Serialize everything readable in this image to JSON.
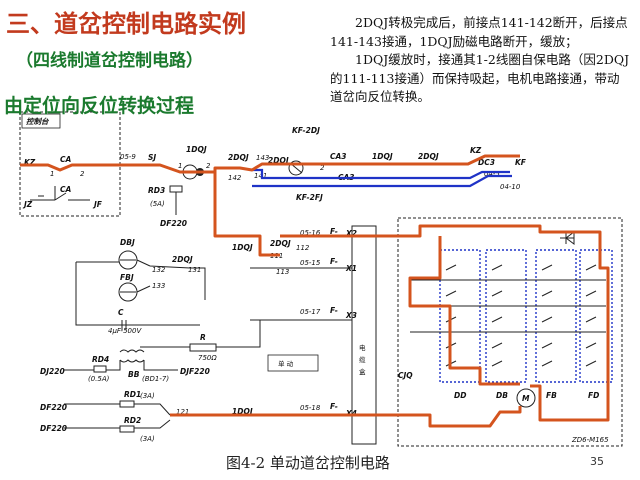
{
  "slide": {
    "title": "三、道岔控制电路实例",
    "subtitle": "（四线制道岔控制电路）",
    "process": "由定位向反位转换过程",
    "note_1": "2DQJ转极完成后，前接点141-142断开，后接点141-143接通，1DQJ励磁电路断开，缓放；",
    "note_2": "1DQJ缓放时，接通其1-2线圈自保电路（因2DQJ的111-113接通）而保持吸起，电机电路接通，带动道岔向反位转换。",
    "caption": "图4-2 单动道岔控制电路",
    "page_number": "35"
  },
  "colors": {
    "title": "#c23a1e",
    "heading": "#1b7a2e",
    "active_path": "#d4541e",
    "reverse_path": "#1f33c7"
  },
  "diagram": {
    "labels": {
      "control_panel": "控制台",
      "kz_left": "KZ",
      "ca_top": "CA",
      "ca_bot": "CA",
      "jz": "JZ",
      "jf": "JF",
      "sj": "SJ",
      "w05_9": "05-9",
      "onedqj_top": "1DQJ",
      "twodqj_top": "2DQJ",
      "n1": "1",
      "n2": "2",
      "n141": "141",
      "n143": "143",
      "n142": "142",
      "rd3": "RD3",
      "rd3_a": "(5A)",
      "df220_a": "DF220",
      "kf_2dj": "KF-2DJ",
      "kz_right": "KZ",
      "kf_right": "KF",
      "ca3a": "CA3",
      "onedqj_b": "1DQJ",
      "twodqj_mid": "2DQJ",
      "dc3": "DC3",
      "w04_5": "04-5",
      "w04_10": "04-10",
      "ca3b": "CA3",
      "kf_2fj": "KF-2FJ",
      "fj_2dqj": "2DQJ",
      "dbj": "DBJ",
      "fbj": "FBJ",
      "n132": "132",
      "n131": "131",
      "n133": "133",
      "twodqj_b": "2DQJ",
      "onedqj_c": "1DQJ",
      "twodqj_c": "2DQJ",
      "n111": "111",
      "n113": "113",
      "n112": "112",
      "w05_16": "05-16",
      "w05_15": "05-15",
      "w05_17": "05-17",
      "w05_18": "05-18",
      "f1": "F-",
      "f2": "F-",
      "f3": "F-",
      "f4": "F-",
      "x1": "X1",
      "x2": "X2",
      "x3": "X3",
      "x4": "X4",
      "cap": "C",
      "cap_v": "4μF-500V",
      "res": "R",
      "res_v": "750Ω",
      "dj220": "DJ220",
      "rd4": "RD4",
      "rd4_a": "(0.5A)",
      "bb": "BB",
      "bb_t": "(BD1-7)",
      "dj_f": "DJF220",
      "df220_b": "DF220",
      "df220_c": "DF220",
      "rd1": "RD1",
      "rd1_a": "(3A)",
      "rd2": "RD2",
      "rd2_a": "(3A)",
      "onedqj_d": "1DQJ",
      "n121": "121",
      "danding": "单 动",
      "cable_box": "电缆盒",
      "cjq": "CJQ",
      "dd": "DD",
      "db": "DB",
      "fb": "FB",
      "fd": "FD",
      "zd6": "ZD6-M165",
      "m": "M"
    }
  }
}
